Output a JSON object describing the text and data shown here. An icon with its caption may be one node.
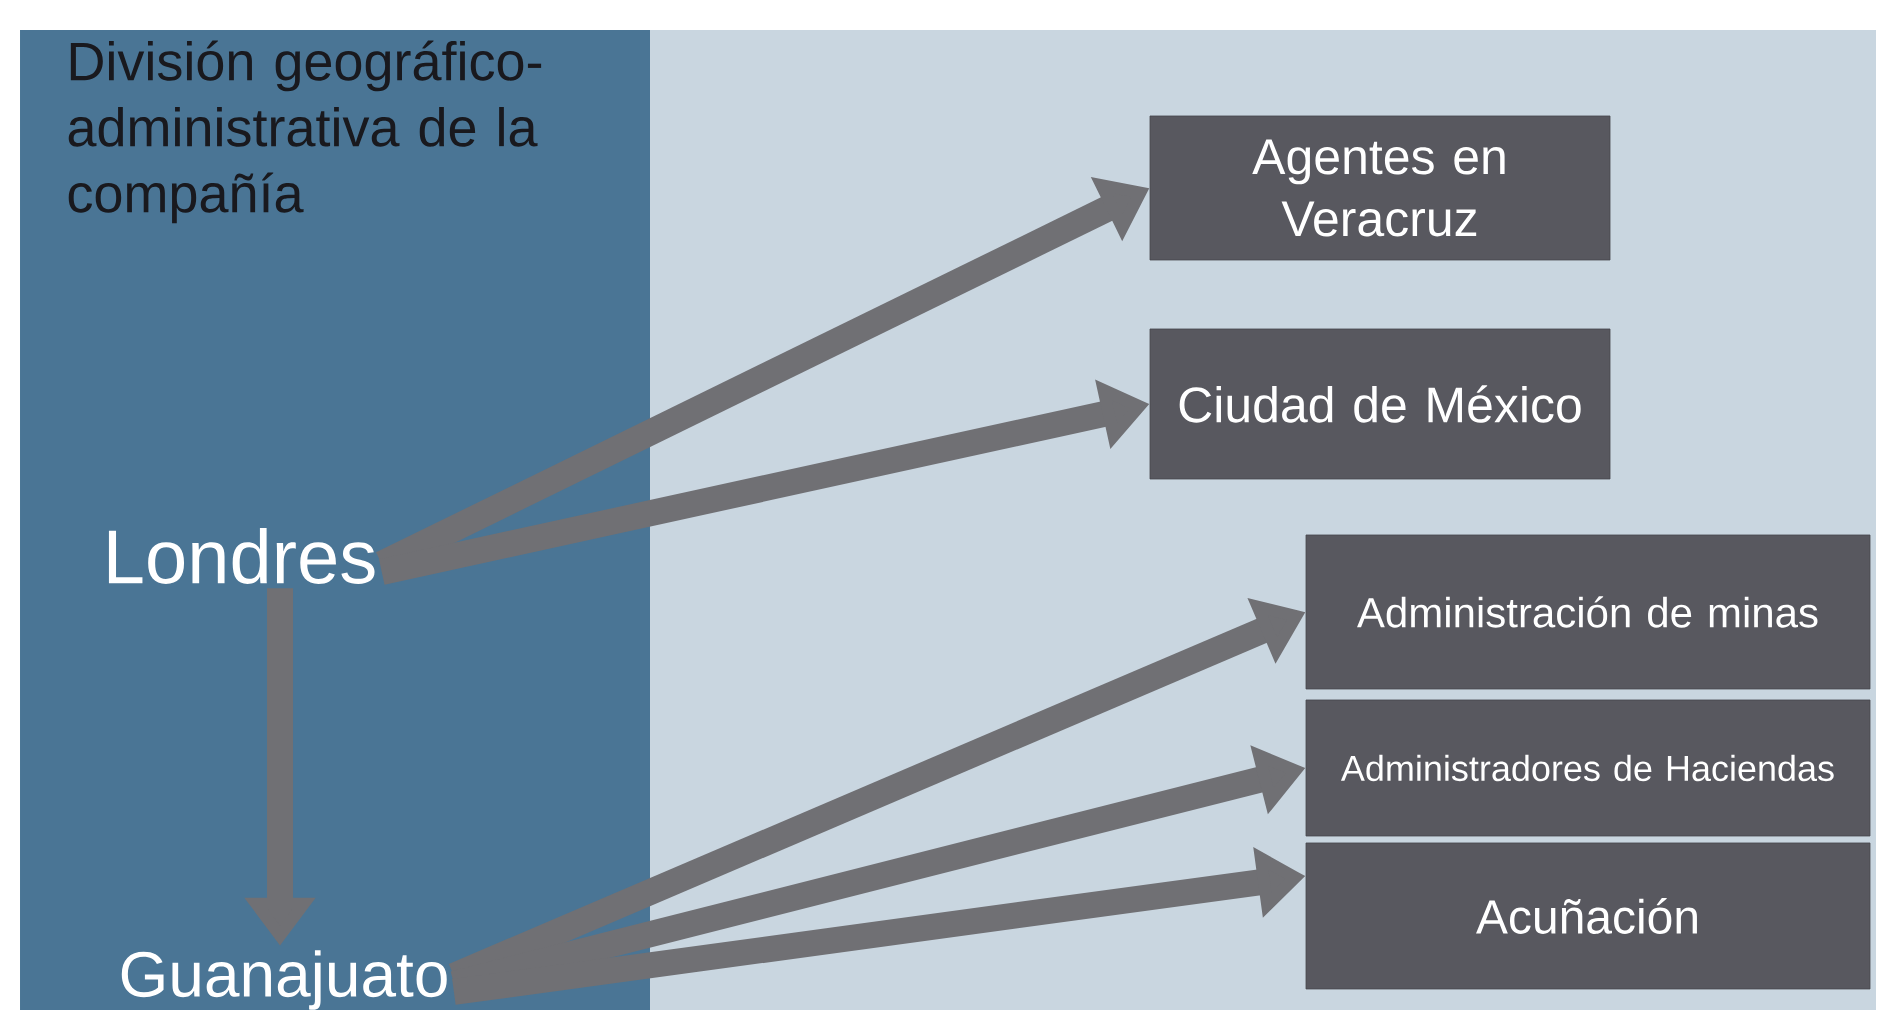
{
  "diagram": {
    "title": "División geográfico-administrativa de la compañía",
    "nodes": [
      {
        "text": [
          "Londres"
        ]
      },
      {
        "text": [
          "Guanajuato"
        ]
      },
      {
        "text": [
          "Agentes en Veracruz"
        ]
      },
      {
        "text": [
          "Ciudad de México"
        ]
      },
      {
        "text": [
          "Administración de minas"
        ]
      },
      {
        "text": [
          "Administradores de Haciendas"
        ]
      },
      {
        "text": [
          "Acuñación"
        ]
      }
    ],
    "edges": [
      {
        "from": 0,
        "to": 2,
        "arrow": "to"
      },
      {
        "from": 0,
        "to": 3,
        "arrow": "to"
      },
      {
        "from": 0,
        "to": 1,
        "arrow": "to"
      },
      {
        "from": 1,
        "to": 4,
        "arrow": "to"
      },
      {
        "from": 1,
        "to": 5,
        "arrow": "to"
      },
      {
        "from": 1,
        "to": 6,
        "arrow": "to"
      }
    ]
  }
}
